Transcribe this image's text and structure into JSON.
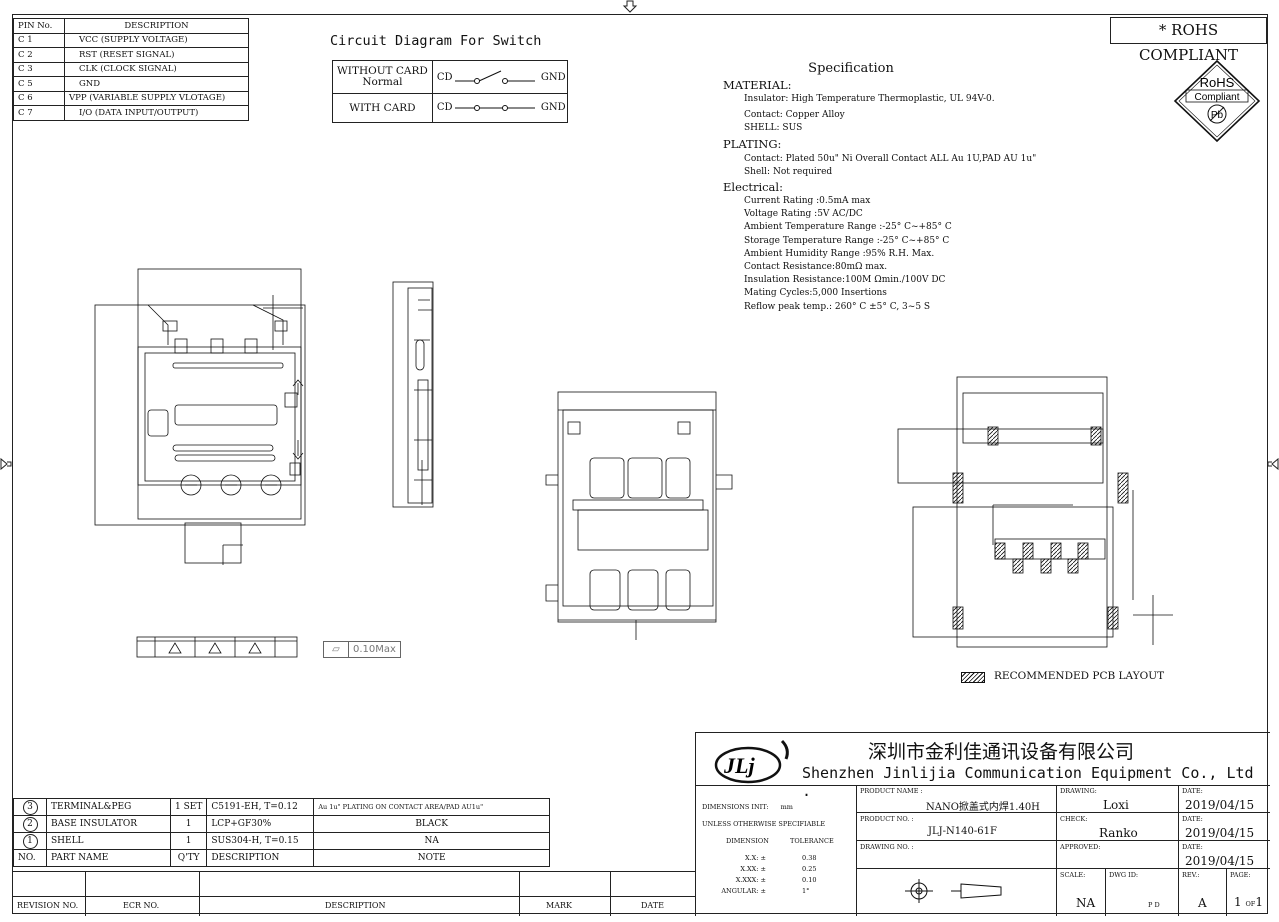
{
  "rohs_badge": "* ROHS COMPLIANT",
  "rohs_logo": {
    "line1": "RoHS",
    "line2": "Compliant",
    "line3": "Pb"
  },
  "pin_table": {
    "headers": [
      "PIN No.",
      "DESCRIPTION"
    ],
    "rows": [
      [
        "C 1",
        "VCC (SUPPLY VOLTAGE)"
      ],
      [
        "C 2",
        "RST (RESET SIGNAL)"
      ],
      [
        "C 3",
        "CLK (CLOCK SIGNAL)"
      ],
      [
        "C 5",
        "GND"
      ],
      [
        "C 6",
        "VPP (VARIABLE SUPPLY VLOTAGE)"
      ],
      [
        "C 7",
        "I/O (DATA INPUT/OUTPUT)"
      ]
    ]
  },
  "circuit": {
    "title": "Circuit Diagram For Switch",
    "row1_label1": "WITHOUT CARD",
    "row1_label2": "Normal",
    "row2_label": "WITH CARD",
    "cd": "CD",
    "gnd": "GND"
  },
  "spec": {
    "title": "Specification",
    "material_h": "MATERIAL:",
    "material": [
      "Insulator: High Temperature Thermoplastic, UL 94V-0.",
      "Contact: Copper Alloy",
      "SHELL: SUS"
    ],
    "plating_h": "PLATING:",
    "plating": [
      "Contact: Plated 50u\" Ni Overall Contact ALL Au 1U,PAD AU 1u\"",
      "Shell:  Not required"
    ],
    "electrical_h": "Electrical:",
    "electrical": [
      "Current Rating :0.5mA max",
      "Voltage Rating :5V AC/DC",
      "Ambient Temperature Range :-25° C~+85° C",
      "Storage Temperature Range :-25° C~+85° C",
      "Ambient Humidity Range :95% R.H. Max.",
      "Contact Resistance:80mΩ max.",
      "Insulation Resistance:100M Ωmin./100V DC",
      "Mating Cycles:5,000 Insertions",
      "Reflow peak temp.: 260° C ±5° C, 3~5 S"
    ]
  },
  "flatness": "0.10Max",
  "pcb_legend": "RECOMMENDED PCB LAYOUT",
  "bom": {
    "headers": [
      "NO.",
      "PART NAME",
      "Q'TY",
      "DESCRIPTION",
      "NOTE"
    ],
    "rows": [
      [
        "3",
        "TERMINAL&PEG",
        "1 SET",
        "C5191-EH, T=0.12",
        "Au 1u\" PLATING ON CONTACT AREA/PAD AU1u\""
      ],
      [
        "2",
        "BASE INSULATOR",
        "1",
        "LCP+GF30%",
        "BLACK"
      ],
      [
        "1",
        "SHELL",
        "1",
        "SUS304-H, T=0.15",
        "NA"
      ]
    ]
  },
  "revision": {
    "rev_no": "REVISION NO.",
    "ecr": "ECR NO.",
    "desc": "DESCRIPTION",
    "mark": "MARK",
    "date": "DATE"
  },
  "company": {
    "cn": "深圳市金利佳通讯设备有限公司",
    "en": "Shenzhen Jinlijia Communication Equipment Co., Ltd .",
    "logo": "JLj"
  },
  "tolerance": {
    "dim_unit_label": "DIMENSIONS INIT:",
    "dim_unit": "mm",
    "unless": "UNLESS OTHERWISE SPECIFIABLE",
    "col1": "DIMENSION",
    "col2": "TOLERANCE",
    "rows": [
      [
        "X.X: ±",
        "0.38"
      ],
      [
        "X.XX: ±",
        "0.25"
      ],
      [
        "X.XXX: ±",
        "0.10"
      ],
      [
        "ANGULAR: ±",
        "1°"
      ]
    ]
  },
  "title_block": {
    "product_name_label": "PRODUCT NAME :",
    "product_name": "NANO掀盖式内焊1.40H",
    "product_no_label": "PRODUCT NO. :",
    "product_no": "JLJ-N140-61F",
    "drawing_no_label": "DRAWING NO. :",
    "drawing_label": "DRAWING:",
    "drawing": "Loxi",
    "check_label": "CHECK:",
    "check": "Ranko",
    "approved_label": "APPROVED:",
    "date_label": "DATE:",
    "date1": "2019/04/15",
    "date2": "2019/04/15",
    "date3": "2019/04/15",
    "scale_label": "SCALE:",
    "scale": "NA",
    "dwg_id_label": "DWG ID:",
    "dwg_id": "P D",
    "rev_label": "REV.:",
    "rev": "A",
    "page_label": "PAGE:",
    "page": "1",
    "page_of": "OF",
    "page_total": "1"
  }
}
